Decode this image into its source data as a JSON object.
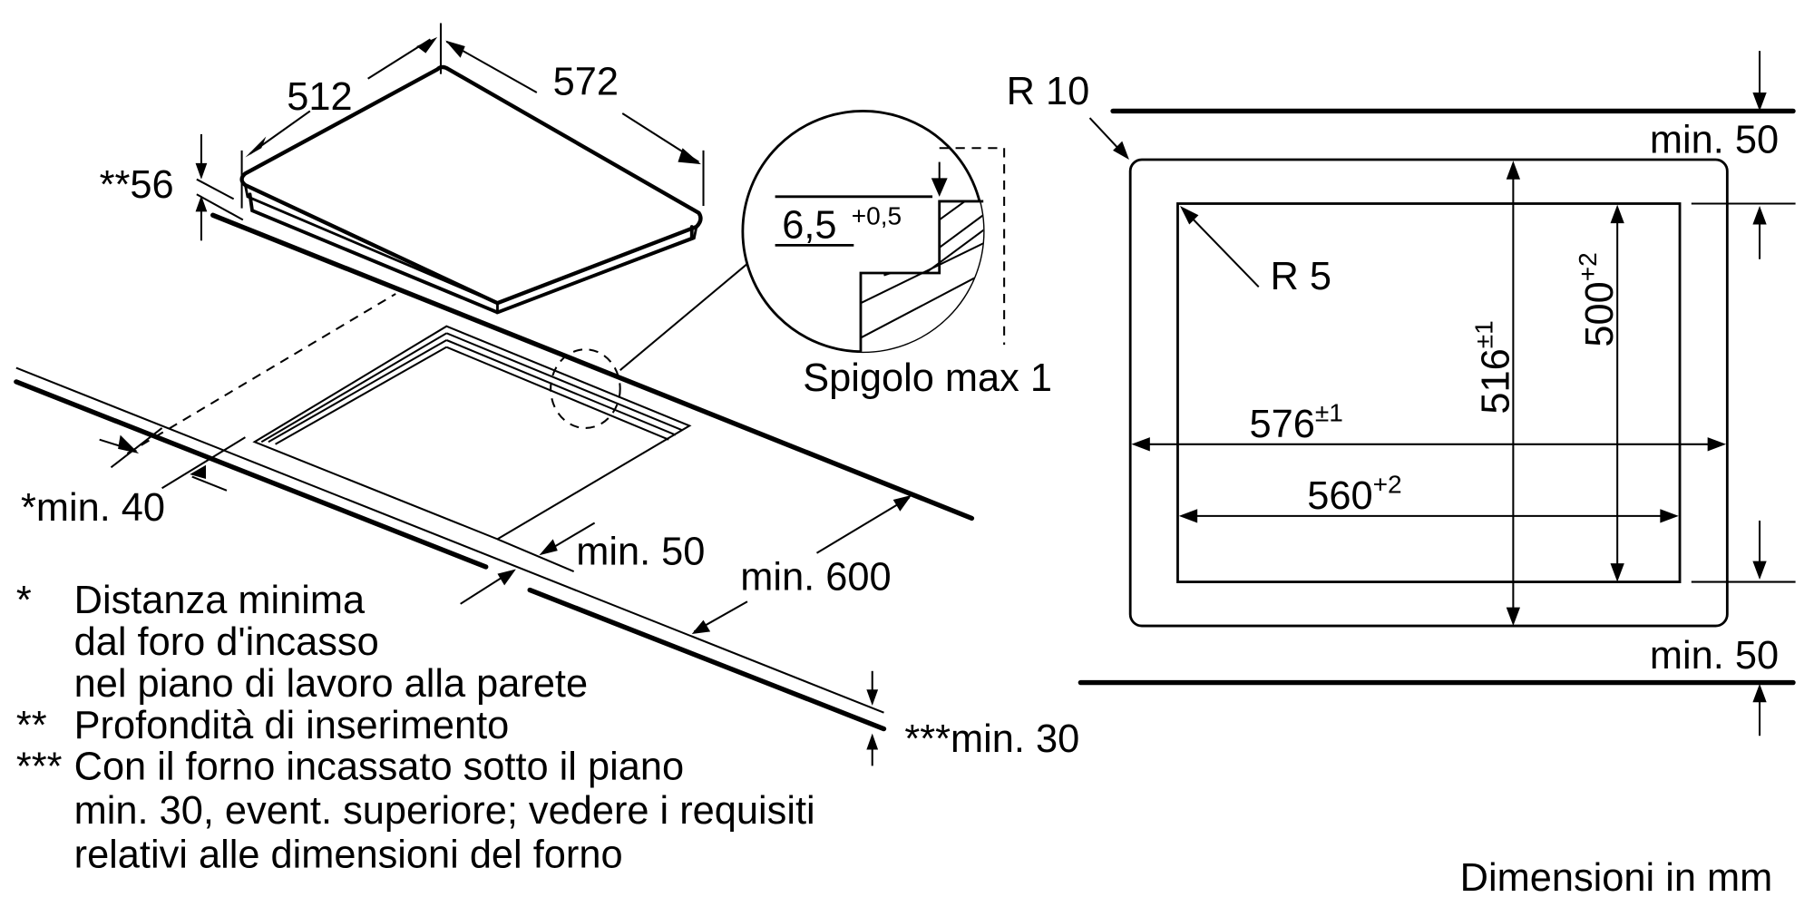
{
  "hob": {
    "depth": "512",
    "width": "572",
    "insertion_depth": "**56"
  },
  "detail": {
    "edge_height": "6,5",
    "edge_tolerance": "+0,5",
    "caption": "Spigolo max 1"
  },
  "worktop": {
    "wall_distance": "*min. 40",
    "front_clearance": "min. 50",
    "worktop_depth": "min. 600",
    "thickness": "***min. 30"
  },
  "notes": [
    {
      "marker": "*",
      "lines": [
        "Distanza minima",
        "dal foro d'incasso",
        "nel piano di lavoro alla parete"
      ]
    },
    {
      "marker": "**",
      "lines": [
        "Profondità di inserimento"
      ]
    },
    {
      "marker": "***",
      "lines": [
        "Con il forno incassato sotto il piano",
        "min. 30, event. superiore; vedere i requisiti",
        "relativi alle dimensioni del forno"
      ]
    }
  ],
  "cutout": {
    "outer_radius": "R 10",
    "inner_radius": "R 5",
    "outer_width": "576",
    "outer_width_tol": "±1",
    "inner_width": "560",
    "inner_width_tol": "+2",
    "outer_depth": "516",
    "outer_depth_tol": "±1",
    "inner_depth": "500",
    "inner_depth_tol": "+2",
    "top_margin": "min. 50",
    "bottom_margin": "min. 50"
  },
  "footer": {
    "units": "Dimensioni in mm"
  }
}
